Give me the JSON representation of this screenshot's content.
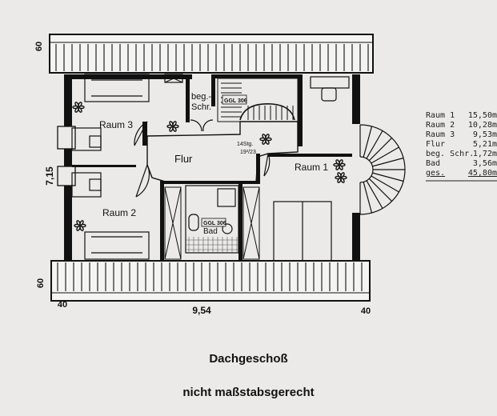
{
  "dimensions": {
    "top_roof": "60",
    "bottom_roof": "60",
    "left_depth": "7,15",
    "width_total": "9,54",
    "left_wall": "40",
    "right_wall": "40"
  },
  "rooms": {
    "raum3": "Raum 3",
    "raum2": "Raum 2",
    "raum1": "Raum 1",
    "flur": "Flur",
    "beg_schr_1": "beg.-",
    "beg_schr_2": "Schr.",
    "bad": "Bad"
  },
  "annotations": {
    "chimney_1": "GGL 306",
    "chimney_2": "GGL 306",
    "stairs_line1": "14Stg.",
    "stairs_line2": "19³/23"
  },
  "area_table": [
    {
      "name": "Raum 1",
      "value": "15,50m"
    },
    {
      "name": "Raum 2",
      "value": "10,28m"
    },
    {
      "name": "Raum 3",
      "value": "9,53m"
    },
    {
      "name": "Flur",
      "value": "5,21m"
    },
    {
      "name": "beg. Schr.",
      "value": "1,72m"
    },
    {
      "name": "Bad",
      "value": "3,56m"
    },
    {
      "name": "ges.",
      "value": "45,80m"
    }
  ],
  "captions": {
    "title": "Dachgeschoß",
    "note": "nicht maßstabsgerecht"
  }
}
